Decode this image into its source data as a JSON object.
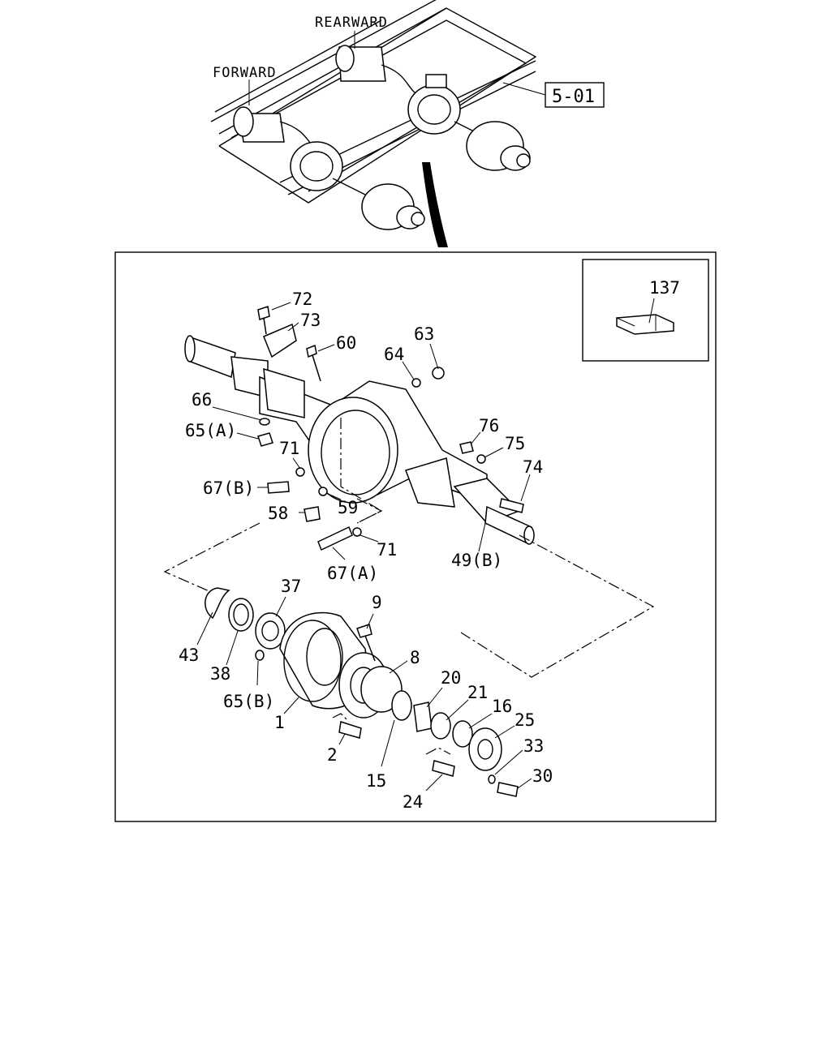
{
  "overview": {
    "forward_label": "FORWARD",
    "rearward_label": "REARWARD",
    "reference_code": "5-01"
  },
  "inset": {
    "part_number": "137"
  },
  "callouts": {
    "c72": "72",
    "c73": "73",
    "c60": "60",
    "c63": "63",
    "c64": "64",
    "c66": "66",
    "c65a": "65(A)",
    "c71a": "71",
    "c76": "76",
    "c75": "75",
    "c74": "74",
    "c67b": "67(B)",
    "c58": "58",
    "c59": "59",
    "c71b": "71",
    "c67a": "67(A)",
    "c49b": "49(B)",
    "c37": "37",
    "c9": "9",
    "c43": "43",
    "c8": "8",
    "c38": "38",
    "c20": "20",
    "c21": "21",
    "c65b": "65(B)",
    "c16": "16",
    "c25": "25",
    "c1": "1",
    "c33": "33",
    "c2": "2",
    "c15": "15",
    "c30": "30",
    "c24": "24"
  }
}
